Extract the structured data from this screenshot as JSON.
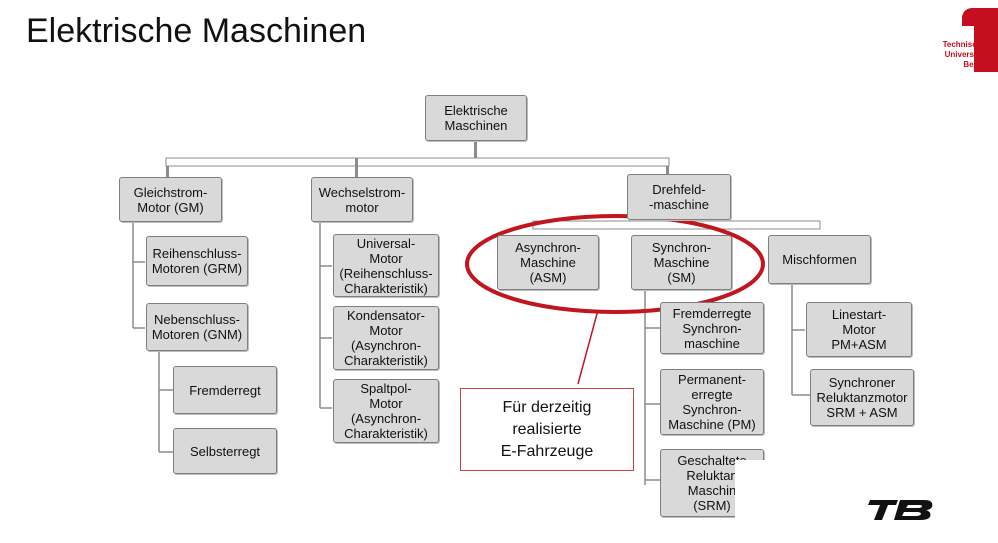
{
  "slide": {
    "title": "Elektrische Maschinen"
  },
  "logo": {
    "lines": [
      "Technische",
      "Universität",
      "Berlin"
    ],
    "color": "#c50e1f"
  },
  "tree": {
    "root": "Elektrische\nMaschinen",
    "gleichstrom": "Gleichstrom-\nMotor (GM)",
    "reihenschluss": "Reihenschluss-\nMotoren (GRM)",
    "nebenschluss": "Nebenschluss-\nMotoren (GNM)",
    "fremderregt": "Fremderregt",
    "selbsterregt": "Selbsterregt",
    "wechselstrom": "Wechselstrom-\nmotor",
    "universal": "Universal-\nMotor\n(Reihenschluss-\nCharakteristik)",
    "kondensator": "Kondensator-\nMotor\n(Asynchron-\nCharakteristik)",
    "spaltpol": "Spaltpol-\nMotor\n(Asynchron-\nCharakteristik)",
    "drehfeld": "Drehfeld-\n-maschine",
    "asynchron": "Asynchron-\nMaschine\n(ASM)",
    "synchron": "Synchron-\nMaschine\n(SM)",
    "mischformen": "Mischformen",
    "fremderregte_sm": "Fremderregte\nSynchron-\nmaschine",
    "permanent": "Permanent-\nerregte\nSynchron-\nMaschine (PM)",
    "geschaltete": "Geschaltete\nReluktan\nMaschin\n(SRM)",
    "linestart": "Linestart-\nMotor\nPM+ASM",
    "synchroner_rel": "Synchroner\nReluktanzmotor\nSRM + ASM"
  },
  "callout": {
    "text": "Für derzeitig\nrealisierte\nE-Fahrzeuge",
    "border_color": "#c8414a"
  },
  "highlight": {
    "ellipse_color": "#c0161f"
  },
  "corner_logo": {
    "text": "TB"
  }
}
